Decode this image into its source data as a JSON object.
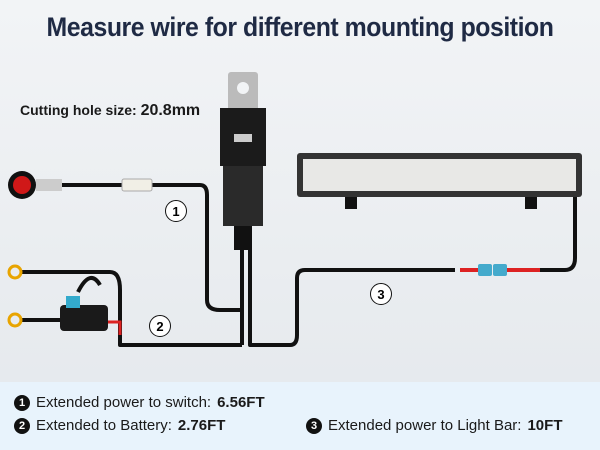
{
  "title": "Measure wire for different mounting position",
  "cutting_hole": {
    "label": "Cutting hole size:",
    "value": "20.8mm"
  },
  "callouts": [
    "1",
    "2",
    "3"
  ],
  "legend": [
    {
      "num": "1",
      "label": "Extended power to switch:",
      "value": "6.56FT"
    },
    {
      "num": "2",
      "label": "Extended to Battery:",
      "value": "2.76FT"
    },
    {
      "num": "3",
      "label": "Extended power to Light Bar:",
      "value": "10FT"
    }
  ]
}
